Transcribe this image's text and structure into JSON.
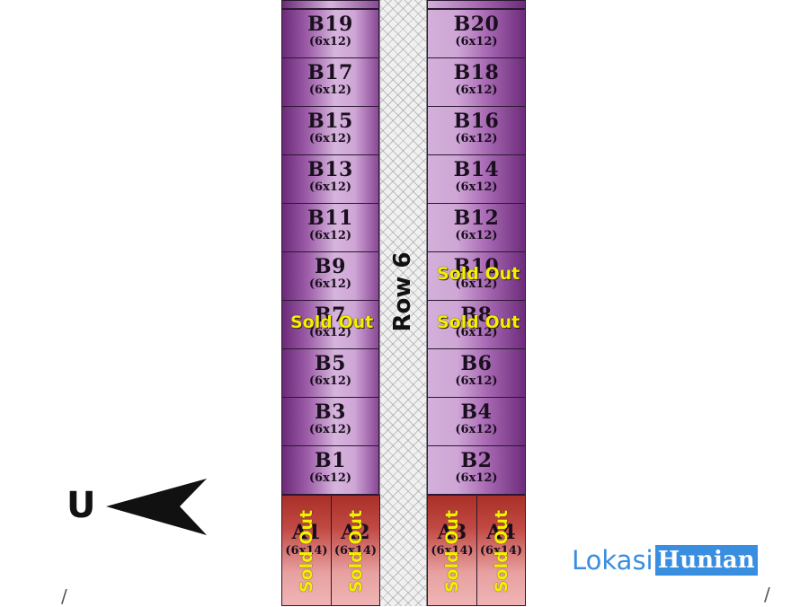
{
  "road_label": "Row 6",
  "compass_label": "U",
  "sold_label": "Sold Out",
  "logo": {
    "part1": "Lokasi",
    "part2": "Hunian"
  },
  "left_plots": [
    {
      "code": "B19",
      "size": "(6x12)",
      "sold": false
    },
    {
      "code": "B17",
      "size": "(6x12)",
      "sold": false
    },
    {
      "code": "B15",
      "size": "(6x12)",
      "sold": false
    },
    {
      "code": "B13",
      "size": "(6x12)",
      "sold": false
    },
    {
      "code": "B11",
      "size": "(6x12)",
      "sold": false
    },
    {
      "code": "B9",
      "size": "(6x12)",
      "sold": false
    },
    {
      "code": "B7",
      "size": "(6x12)",
      "sold": true
    },
    {
      "code": "B5",
      "size": "(6x12)",
      "sold": false
    },
    {
      "code": "B3",
      "size": "(6x12)",
      "sold": false
    },
    {
      "code": "B1",
      "size": "(6x12)",
      "sold": false
    }
  ],
  "right_plots": [
    {
      "code": "B20",
      "size": "(6x12)",
      "sold": false
    },
    {
      "code": "B18",
      "size": "(6x12)",
      "sold": false
    },
    {
      "code": "B16",
      "size": "(6x12)",
      "sold": false
    },
    {
      "code": "B14",
      "size": "(6x12)",
      "sold": false
    },
    {
      "code": "B12",
      "size": "(6x12)",
      "sold": false
    },
    {
      "code": "B10",
      "size": "(6x12)",
      "sold": true
    },
    {
      "code": "B8",
      "size": "(6x12)",
      "sold": true
    },
    {
      "code": "B6",
      "size": "(6x12)",
      "sold": false
    },
    {
      "code": "B4",
      "size": "(6x12)",
      "sold": false
    },
    {
      "code": "B2",
      "size": "(6x12)",
      "sold": false
    }
  ],
  "a_plots": [
    {
      "code": "A1",
      "size": "(6x14)",
      "sold": true
    },
    {
      "code": "A2",
      "size": "(6x14)",
      "sold": true
    },
    {
      "code": "A3",
      "size": "(6x14)",
      "sold": true
    },
    {
      "code": "A4",
      "size": "(6x14)",
      "sold": true
    }
  ]
}
